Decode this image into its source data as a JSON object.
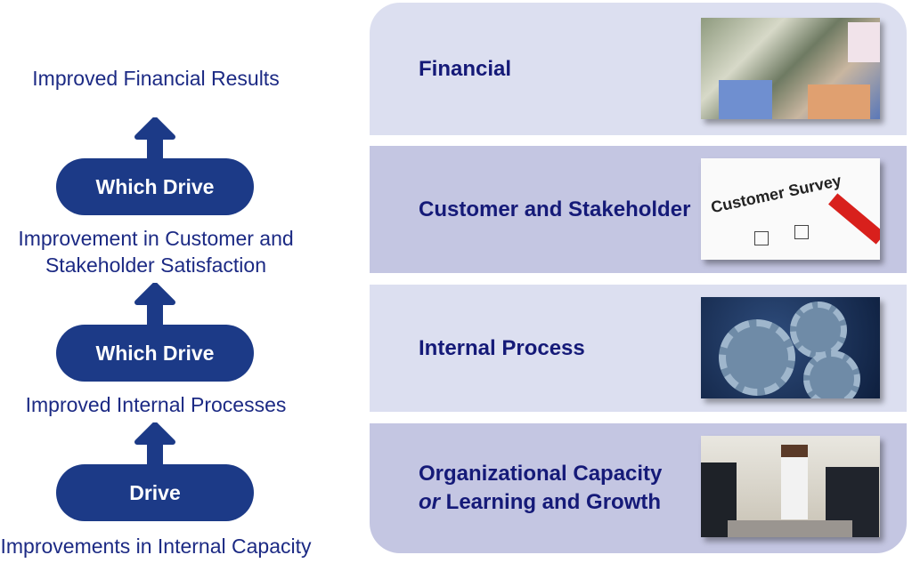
{
  "left_chain": {
    "top_result": "Improved Financial Results",
    "pill1": "Which Drive",
    "middle_result_line1": "Improvement in Customer and",
    "middle_result_line2": "Stakeholder Satisfaction",
    "pill2": "Which Drive",
    "process_result": "Improved Internal Processes",
    "pill3": "Drive",
    "bottom_result": "Improvements in Internal Capacity"
  },
  "perspectives": [
    {
      "title": "Financial",
      "image": "money-photo"
    },
    {
      "title": "Customer and Stakeholder",
      "image": "customer-survey-photo",
      "image_text": "Customer Survey"
    },
    {
      "title": "Internal Process",
      "image": "gears-photo"
    },
    {
      "title_line1": "Organizational Capacity",
      "title_or": "or",
      "title_line2": "Learning and Growth",
      "image": "meeting-photo"
    }
  ],
  "colors": {
    "pill": "#1c3a87",
    "text": "#1c2a84",
    "panel_light": "#dcdff0",
    "panel_dark": "#c4c6e2"
  }
}
